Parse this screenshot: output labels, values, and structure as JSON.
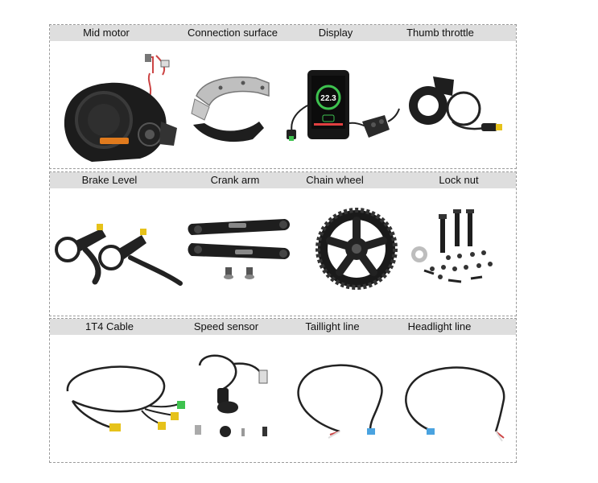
{
  "rows": [
    {
      "labels": [
        "Mid motor",
        "Connection surface",
        "Display",
        "Thumb throttle"
      ]
    },
    {
      "labels": [
        "Brake Level",
        "Crank arm",
        "Chain wheel",
        "Lock nut"
      ]
    },
    {
      "labels": [
        "1T4 Cable",
        "Speed sensor",
        "Taillight line",
        "Headlight line"
      ]
    }
  ],
  "display": {
    "speed": "22.3"
  },
  "colors": {
    "header_bg": "#dedede",
    "border": "#9a9a9a",
    "accent_green": "#3ec24f",
    "connector_yellow": "#e6c21a"
  },
  "icons": [
    "mid-motor-image",
    "connection-surface-image",
    "display-image",
    "thumb-throttle-image",
    "brake-lever-image",
    "crank-arm-image",
    "chain-wheel-image",
    "lock-nut-image",
    "cable-1t4-image",
    "speed-sensor-image",
    "taillight-line-image",
    "headlight-line-image"
  ]
}
